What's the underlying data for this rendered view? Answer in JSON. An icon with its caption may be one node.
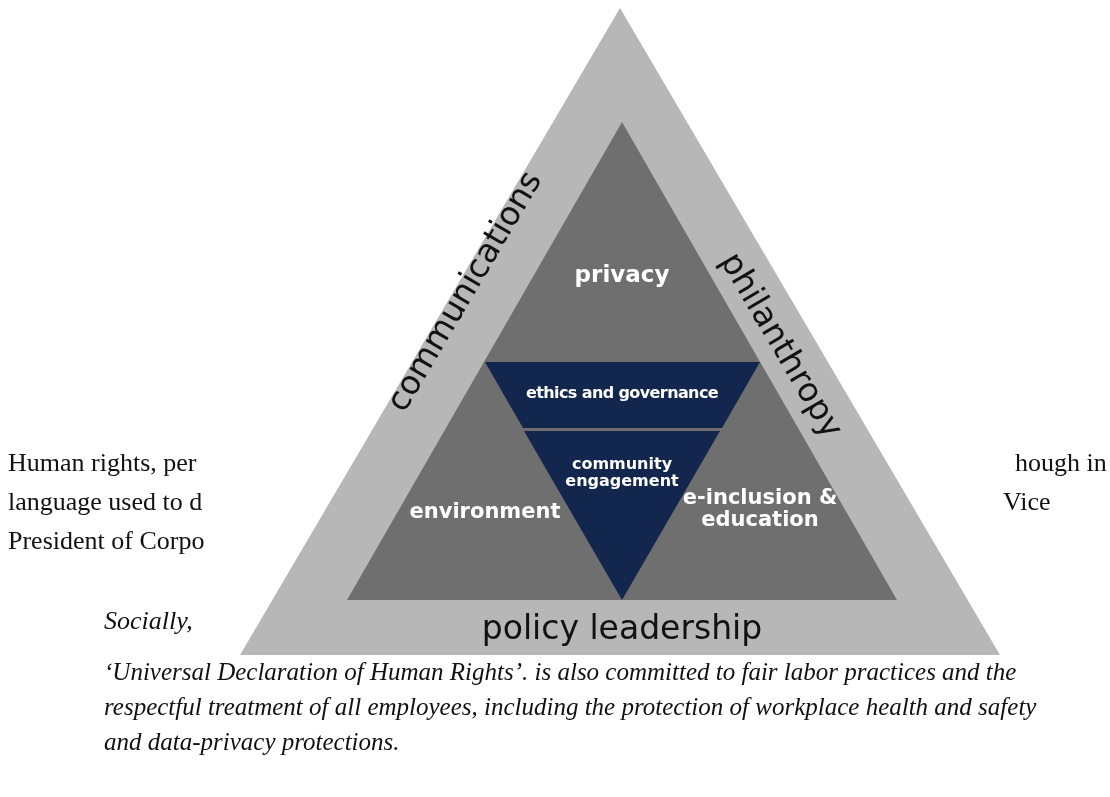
{
  "diagram": {
    "nodes": [
      {
        "text": [
          "communications",
          "philanthropy",
          "policy leadership"
        ]
      },
      {
        "text": [
          "privacy",
          "environment",
          "e-inclusion & education"
        ],
        "in": 0
      },
      {
        "text": [
          "ethics and governance"
        ],
        "in": 1
      },
      {
        "text": [
          "community engagement"
        ],
        "in": 1
      }
    ],
    "labels": [
      "Human rights, per",
      "hough in",
      "language used to d",
      "Vice",
      "President of Corpo",
      "Socially,",
      "‘Universal Declaration of Human Rights’. is also committed to fair labor practices and the respectful treatment of all employees, including the protection of workplace health and safety and data-privacy protections."
    ]
  }
}
